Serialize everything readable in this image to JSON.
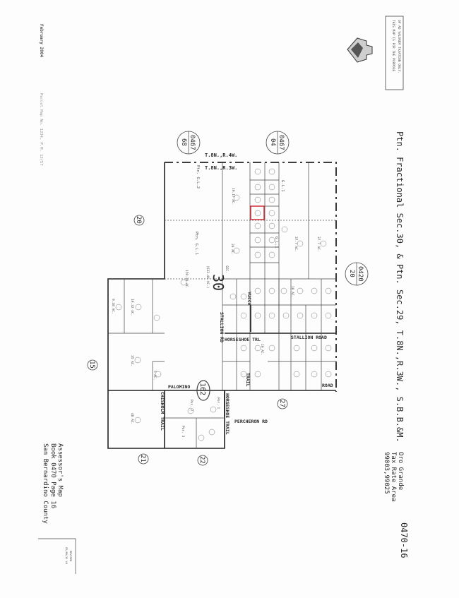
{
  "header": {
    "title": "Ptn. Fractional Sec.30, & Ptn. Sec.29, T.8N.,R.3W., S.B.B.&M.",
    "disclaimer_line1": "THIS MAP IS FOR THE PURPOSE",
    "disclaimer_line2": "OF AD VALOREM TAXATION ONLY.",
    "seal": "county-seal"
  },
  "left_margin": {
    "date": "February 2004",
    "parcel_map_ref": "Parcel Map No. 1234, P.M. 13/57"
  },
  "footer": {
    "map_type": "Assessor's Map",
    "book_page": "Book 0470 Page 16",
    "county": "San Bernardino County",
    "revised_label": "REVISED",
    "revised_date": "02/08/11 LN"
  },
  "tax_info": {
    "area_name": "Oro Grande",
    "tax_rate_label": "Tax Rate Area",
    "tax_rate_codes": "99003,99025",
    "page_number": "0470-16"
  },
  "map": {
    "township_lines": [
      "T.8N.,R.4W.",
      "T.8N.,R.3W."
    ],
    "adjacent_books": [
      {
        "book": "0467",
        "page": "68"
      },
      {
        "book": "0467",
        "page": "04"
      },
      {
        "book": "0420",
        "page": "20"
      }
    ],
    "sections": [
      "20",
      "15",
      "21",
      "22",
      "27"
    ],
    "section_30": "30",
    "sec_label": "SEC.",
    "sec_area": "(633.46 AC.)",
    "parcel_map_number": "162",
    "government_lots": [
      "Ptn. G.L.2",
      "Ptn. G.L.1",
      "G.L.1",
      "G.L.1"
    ],
    "streets": {
      "horseshoe_trl": "HORSESHOE TRL",
      "stallion_rd": "STALLION RD",
      "stallion_road": "STALLION ROAD",
      "yucca": "YUCCA",
      "palomino": "PALOMINO",
      "chisholm_trail": "CHISHOLM TRAIL",
      "horseshoe_trail": "HORSESHOE TRAIL",
      "percheron_rd": "PERCHERON RD",
      "trail": "TRAIL",
      "road": "ROAD"
    },
    "acreages": {
      "a1917": "19.17 AC.",
      "a20": "20 AC.",
      "a377a": "37.7 AC.",
      "a377b": "37.7 AC.",
      "a10": "10 AC.",
      "a1932": "19.32 AC.",
      "a938": "9.38 AC.",
      "a35": "35 AC.",
      "a40": "40 AC.",
      "a19": "19 AC.",
      "a15838": "158.38 AC.",
      "a5": "5 AC."
    },
    "parcels": {
      "por1": "Por. 1",
      "por2": "Por. 2",
      "por3": "Por. 3"
    },
    "highlighted_parcel_color": "#d0202a"
  }
}
